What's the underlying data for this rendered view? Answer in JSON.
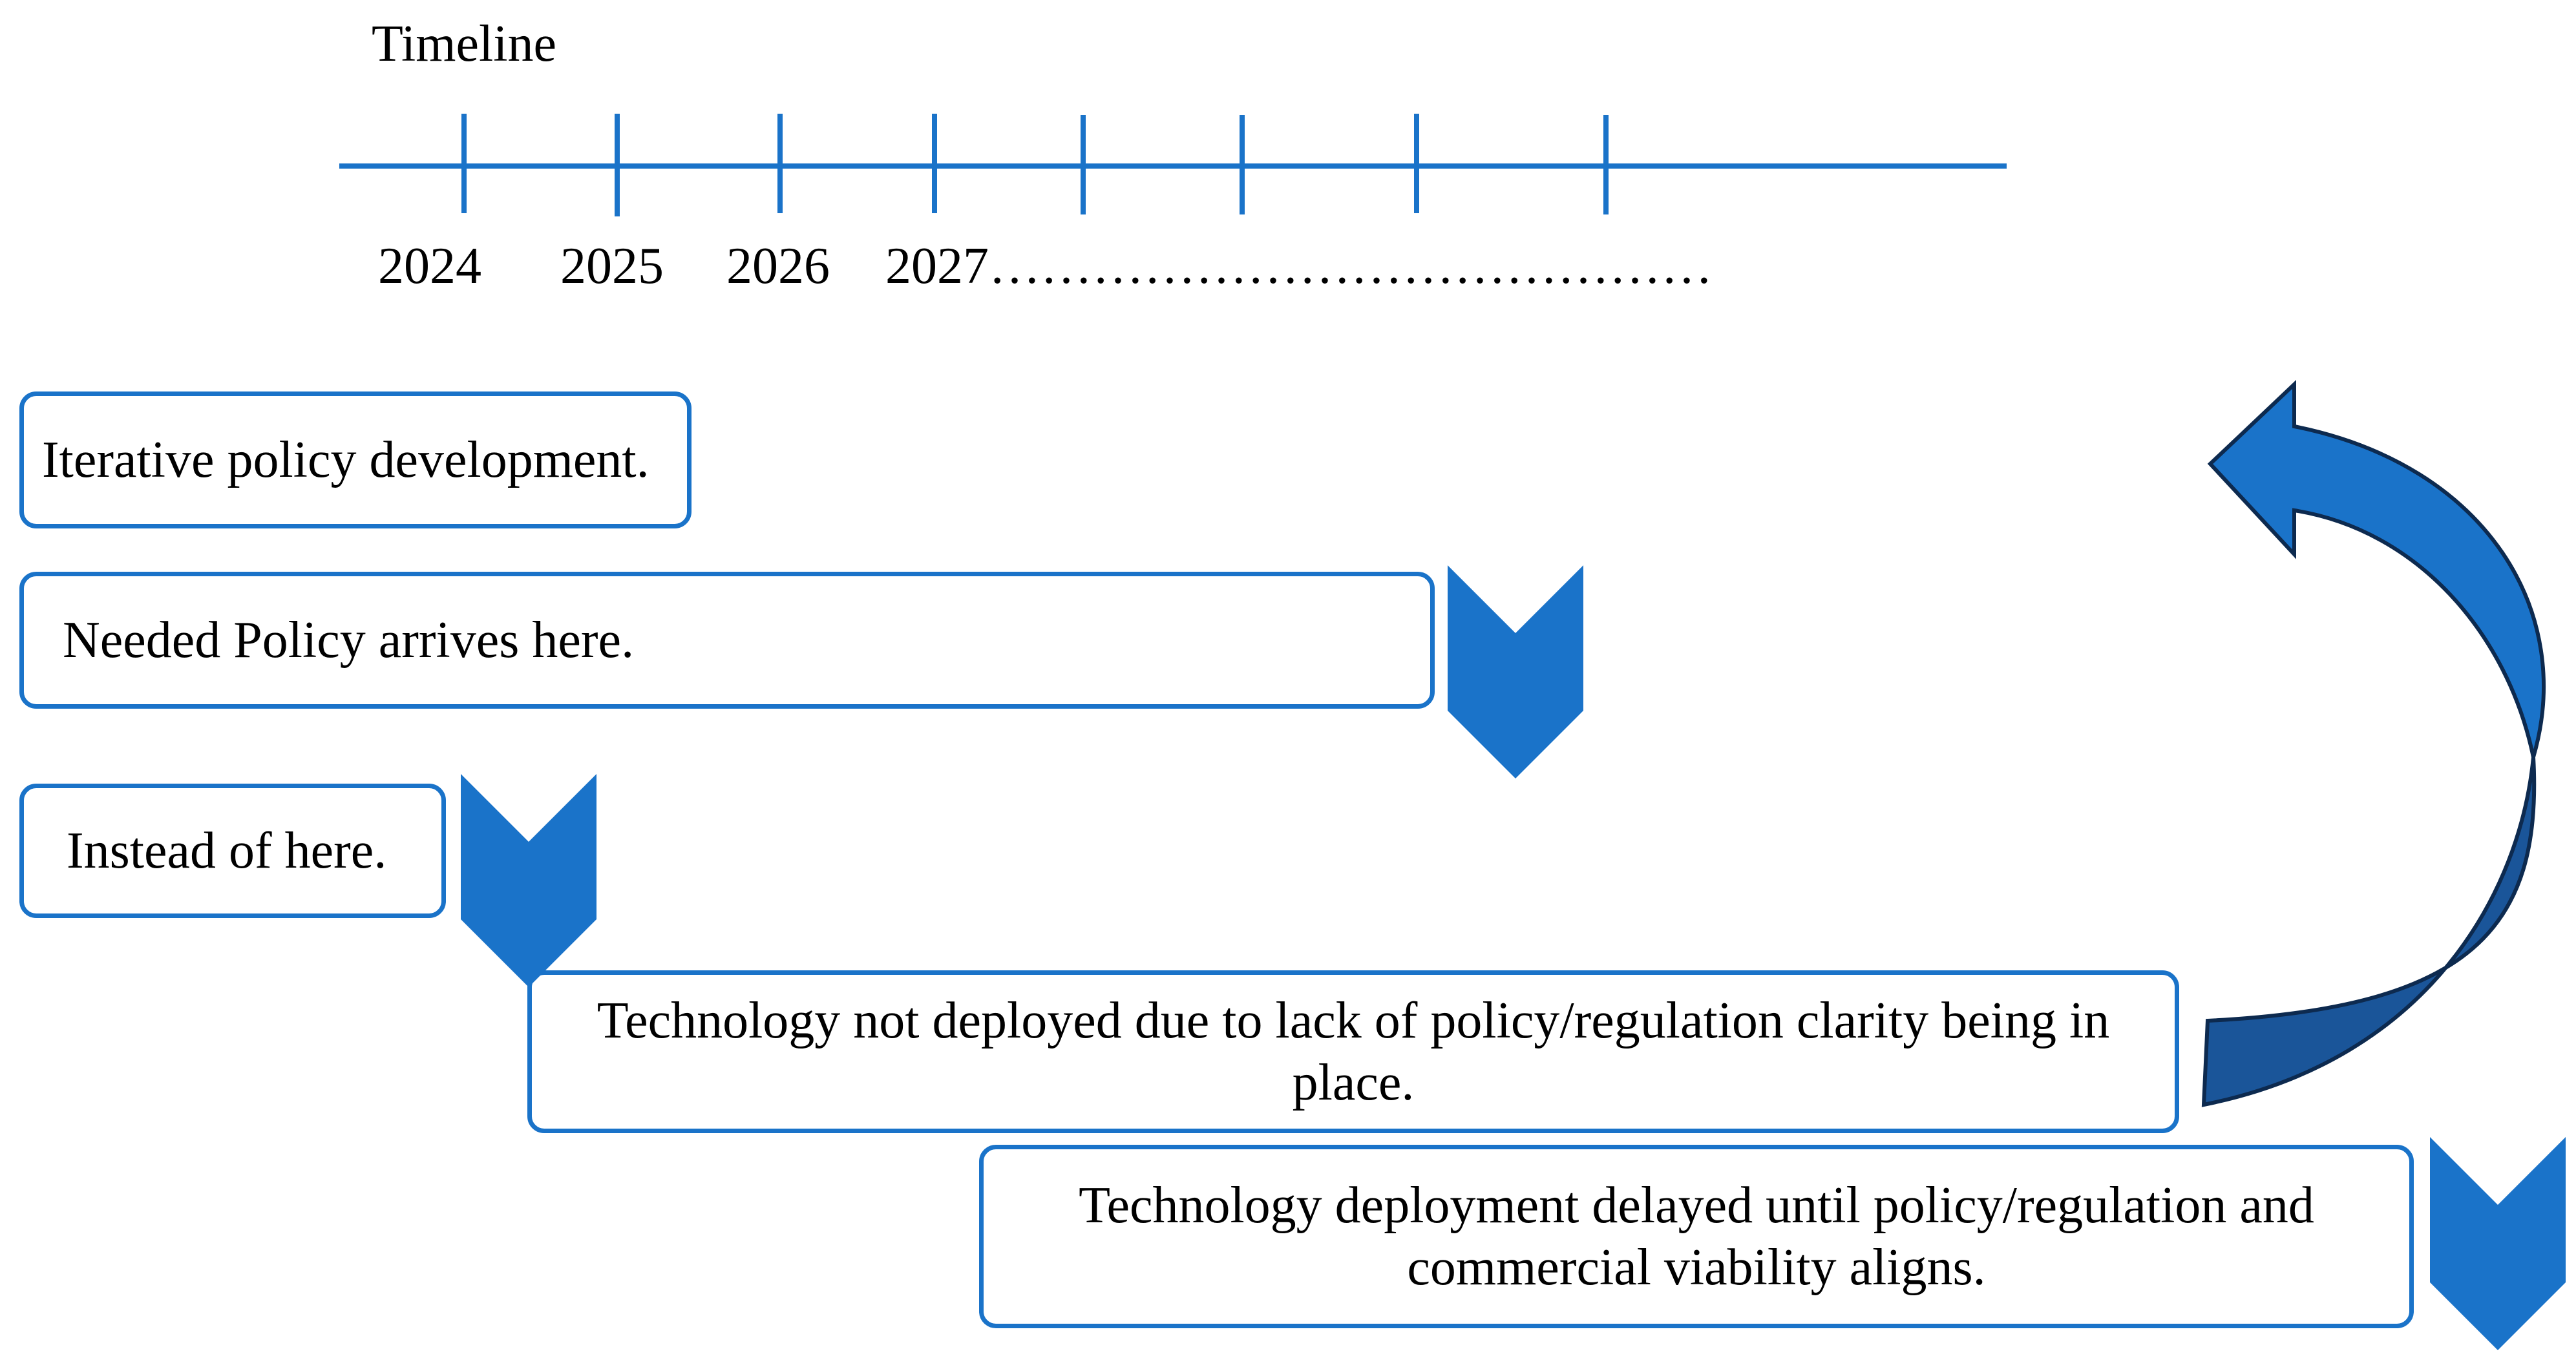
{
  "timeline": {
    "title": "Timeline",
    "years": [
      "2024",
      "2025",
      "2026",
      "2027……………………………………"
    ]
  },
  "boxes": {
    "iterative": "Iterative policy development.",
    "needed": "Needed Policy arrives here.",
    "instead": "Instead of here.",
    "not_deployed": "Technology not deployed due to lack of policy/regulation clarity being in place.",
    "delayed": "Technology deployment delayed until policy/regulation and commercial viability aligns."
  },
  "colors": {
    "accent": "#1a73c9",
    "arrow_dark": "#1a5599",
    "arrow_outline": "#0d2a4f",
    "text": "#000000"
  },
  "icons": {
    "chevron": "chevron-down-icon",
    "cycle": "curved-arrow-icon"
  }
}
